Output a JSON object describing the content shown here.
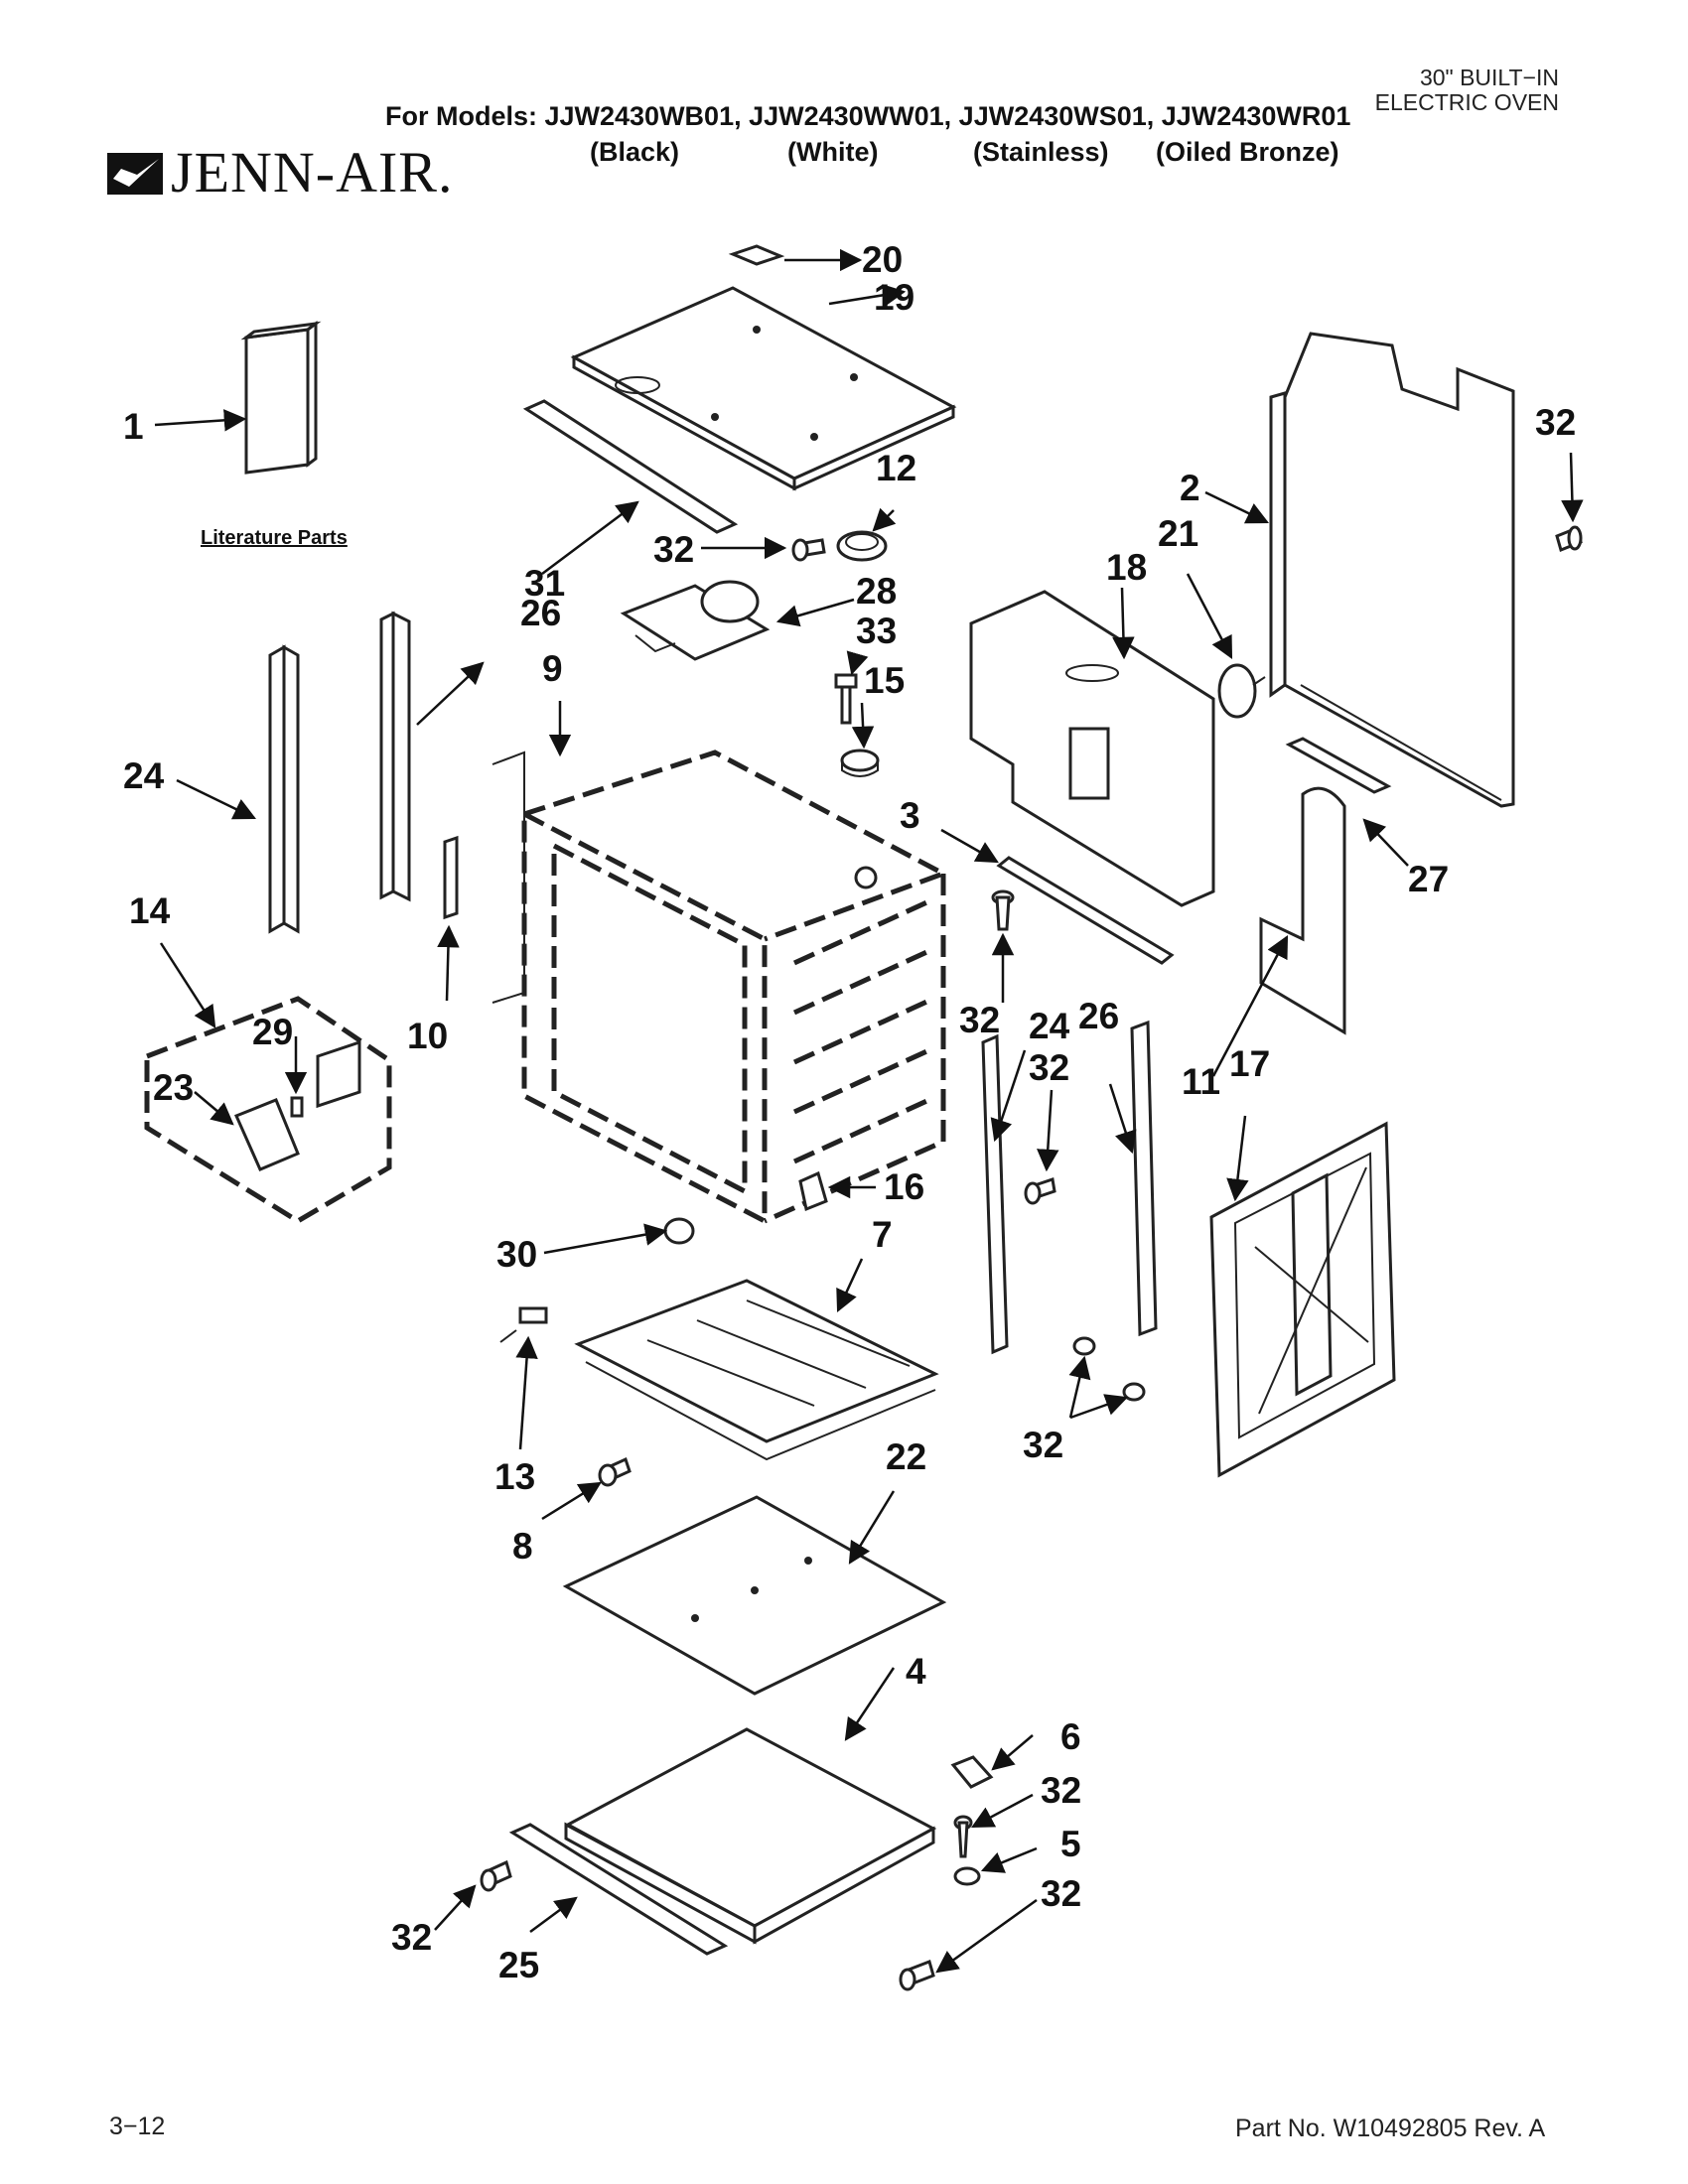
{
  "header": {
    "doc_type_line1": "30\" BUILT−IN",
    "doc_type_line2": "ELECTRIC OVEN",
    "models_line": "For Models: JJW2430WB01, JJW2430WW01, JJW2430WS01, JJW2430WR01",
    "finishes": [
      "(Black)",
      "(White)",
      "(Stainless)",
      "(Oiled Bronze)"
    ],
    "brand": "JENN-AIR."
  },
  "literature_label": "Literature Parts",
  "callouts": {
    "c1": "1",
    "c2": "2",
    "c3": "3",
    "c4": "4",
    "c5": "5",
    "c6": "6",
    "c7": "7",
    "c8": "8",
    "c9": "9",
    "c10": "10",
    "c11": "11",
    "c12": "12",
    "c13": "13",
    "c14": "14",
    "c15": "15",
    "c16": "16",
    "c17": "17",
    "c18": "18",
    "c19": "19",
    "c20": "20",
    "c21": "21",
    "c22": "22",
    "c23": "23",
    "c24a": "24",
    "c24b": "24",
    "c25": "25",
    "c26a": "26",
    "c26b": "26",
    "c27": "27",
    "c28": "28",
    "c29": "29",
    "c30": "30",
    "c31": "31",
    "c32a": "32",
    "c32b": "32",
    "c32c": "32",
    "c32d": "32",
    "c32e": "32",
    "c32f": "32",
    "c32g": "32",
    "c32h": "32",
    "c33": "33"
  },
  "footer": {
    "page": "3−12",
    "part_no": "Part No. W10492805 Rev. A"
  }
}
